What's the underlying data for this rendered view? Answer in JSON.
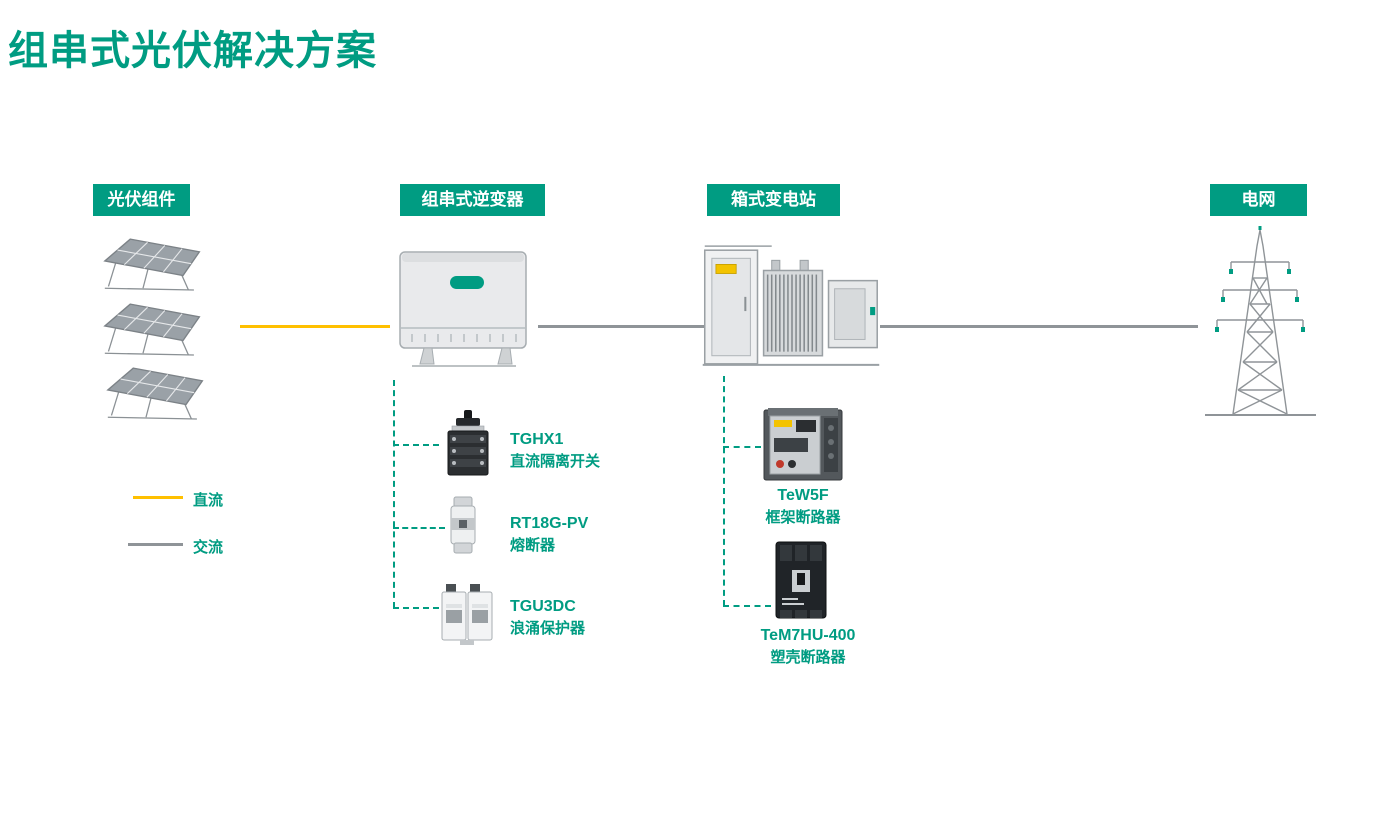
{
  "title": "组串式光伏解决方案",
  "stages": [
    {
      "label": "光伏组件"
    },
    {
      "label": "组串式逆变器"
    },
    {
      "label": "箱式变电站"
    },
    {
      "label": "电网"
    }
  ],
  "legend": [
    {
      "label": "直流",
      "color": "#FFC000"
    },
    {
      "label": "交流",
      "color": "#8F9498"
    }
  ],
  "inverter_components": [
    {
      "model": "TGHX1",
      "name": "直流隔离开关"
    },
    {
      "model": "RT18G-PV",
      "name": "熔断器"
    },
    {
      "model": "TGU3DC",
      "name": "浪涌保护器"
    }
  ],
  "substation_components": [
    {
      "model": "TeW5F",
      "name": "框架断路器"
    },
    {
      "model": "TeM7HU-400",
      "name": "塑壳断路器"
    }
  ],
  "colors": {
    "accent_teal": "#009C82",
    "dc_yellow": "#FFC000",
    "ac_gray": "#8F9498"
  }
}
